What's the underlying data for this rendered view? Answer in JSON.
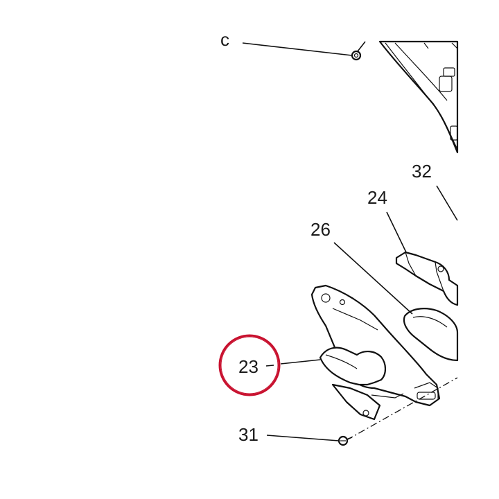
{
  "diagram": {
    "callouts": [
      {
        "id": "c-top",
        "label": "c"
      },
      {
        "id": "c-32",
        "label": "32"
      },
      {
        "id": "c-24",
        "label": "24"
      },
      {
        "id": "c-26",
        "label": "26"
      },
      {
        "id": "c-23",
        "label": "23"
      },
      {
        "id": "c-31",
        "label": "31"
      }
    ],
    "highlight": {
      "label": "23",
      "color": "#c8102e"
    },
    "line_color": "#111111"
  }
}
